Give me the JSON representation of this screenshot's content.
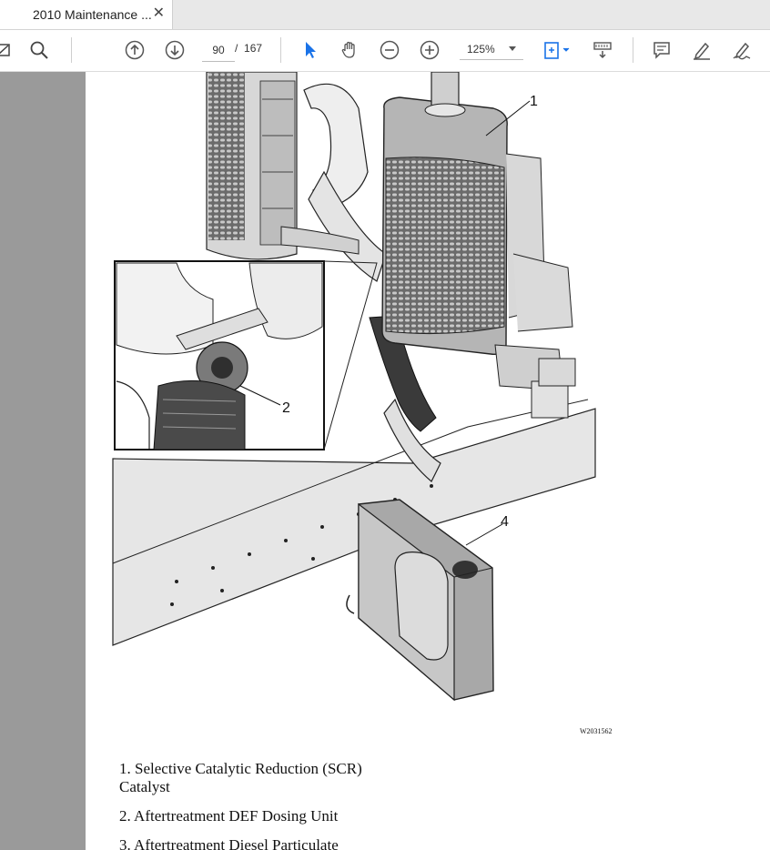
{
  "tab": {
    "title": "2010 Maintenance ...",
    "close_glyph": "✕"
  },
  "toolbar": {
    "page_current": "90",
    "page_separator": "/",
    "page_total": "167",
    "zoom": "125%",
    "icons": [
      "export-icon",
      "search-icon",
      "page-up-icon",
      "page-down-icon",
      "select-cursor-icon",
      "hand-icon",
      "zoom-out-icon",
      "zoom-in-icon",
      "fit-page-icon",
      "scroll-mode-icon",
      "comment-icon",
      "highlight-icon",
      "sign-icon"
    ],
    "accent_color": "#1a73e8"
  },
  "document": {
    "figure_id": "W2031562",
    "callouts": [
      "1",
      "2",
      "4"
    ],
    "legend": [
      "1. Selective Catalytic Reduction (SCR) Catalyst",
      "2. Aftertreatment DEF Dosing Unit",
      "3. Aftertreatment Diesel Particulate"
    ]
  }
}
